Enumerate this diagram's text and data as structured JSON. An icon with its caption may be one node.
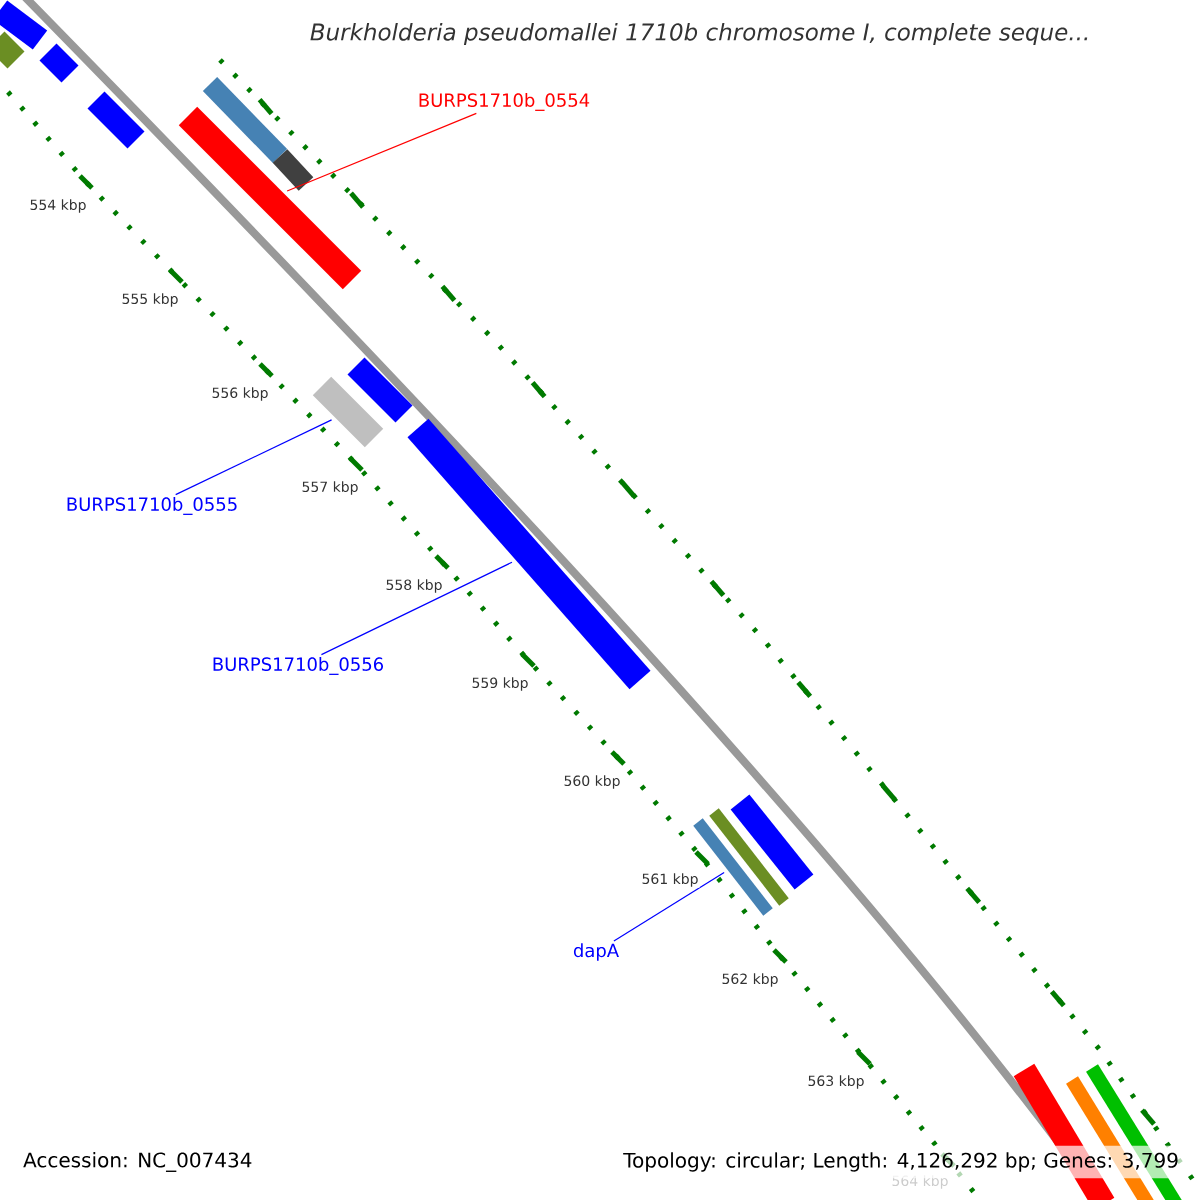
{
  "diagram": {
    "title": "Burkholderia pseudomallei 1710b chromosome I, complete seque...",
    "nodes": [
      {
        "text": [
          "BURPS1710b_0554"
        ]
      },
      {
        "text": [],
        "shape": "bar"
      },
      {
        "text": [
          "BURPS1710b_0555"
        ]
      },
      {
        "text": [],
        "shape": "bar"
      },
      {
        "text": [
          "BURPS1710b_0556"
        ]
      },
      {
        "text": [],
        "shape": "bar"
      },
      {
        "text": [
          "dapA"
        ]
      },
      {
        "text": [],
        "shape": "bar"
      }
    ],
    "edges": [
      {
        "from": 0,
        "to": 1,
        "arrow": "none",
        "color": "#ff0000"
      },
      {
        "from": 2,
        "to": 3,
        "arrow": "none"
      },
      {
        "from": 4,
        "to": 5,
        "arrow": "none"
      },
      {
        "from": 6,
        "to": 7,
        "arrow": "none"
      }
    ],
    "labels": [
      "554 kbp",
      "555 kbp",
      "556 kbp",
      "557 kbp",
      "558 kbp",
      "559 kbp",
      "560 kbp",
      "561 kbp",
      "562 kbp",
      "563 kbp",
      "564 kbp",
      "Accession: NC_007434",
      "Topology: circular; Length: 4,126,292 bp; Genes: 3,799"
    ]
  }
}
